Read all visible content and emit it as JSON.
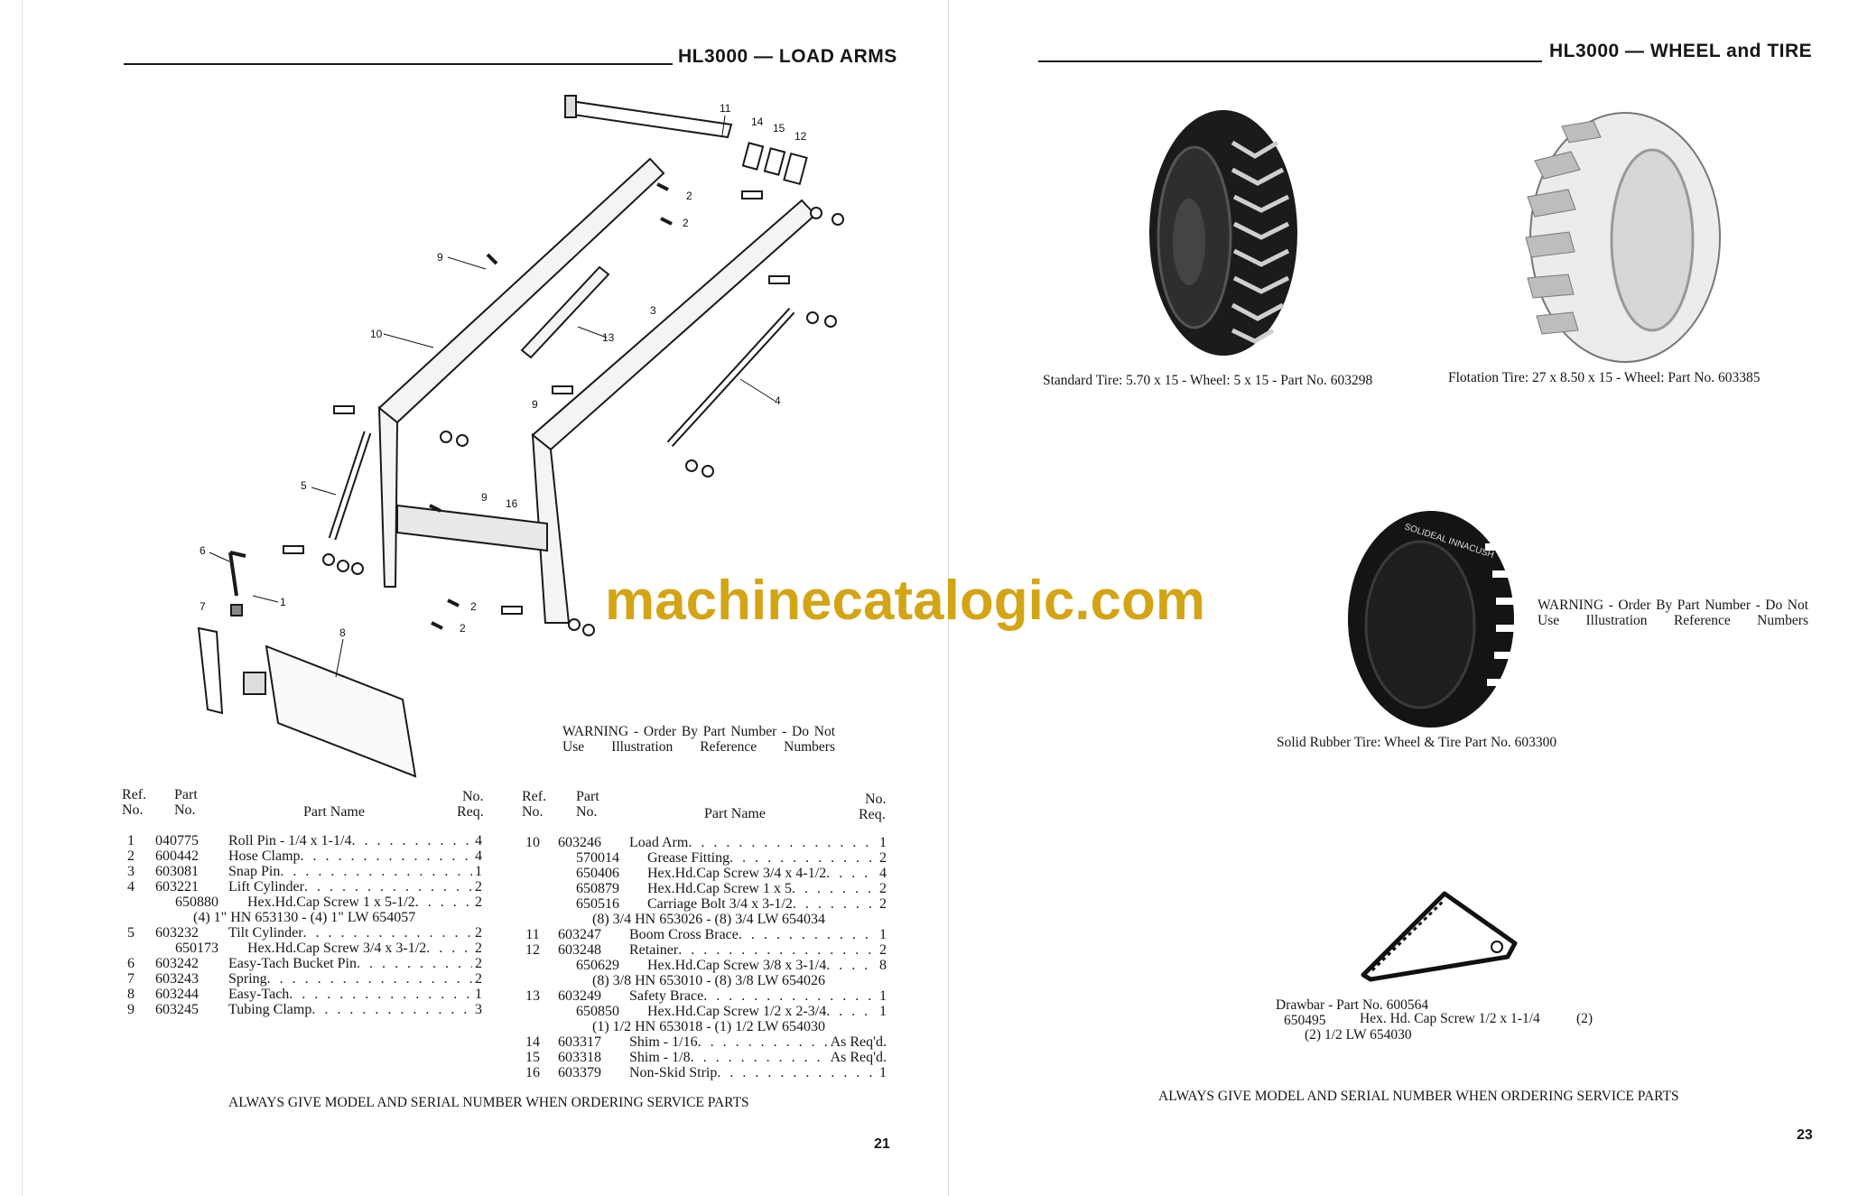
{
  "watermark": "machinecatalogic.com",
  "left_page": {
    "title": "HL3000 — LOAD ARMS",
    "diagram_callouts": [
      "11",
      "14",
      "15",
      "12",
      "2",
      "2",
      "9",
      "3",
      "10",
      "13",
      "4",
      "9",
      "5",
      "9",
      "16",
      "6",
      "1",
      "7",
      "2",
      "2",
      "8"
    ],
    "warning": "WARNING - Order By Part Number - Do Not Use Illustration Reference Numbers",
    "table_headers": {
      "ref1": "Ref.",
      "ref2": "No.",
      "part1": "Part",
      "part2": "No.",
      "name": "Part Name",
      "req1": "No.",
      "req2": "Req."
    },
    "table_left": [
      {
        "ref": "1",
        "part": "040775",
        "name": "Roll Pin - 1/4 x 1-1/4",
        "qty": "4"
      },
      {
        "ref": "2",
        "part": "600442",
        "name": "Hose Clamp",
        "qty": "4"
      },
      {
        "ref": "3",
        "part": "603081",
        "name": "Snap Pin",
        "qty": "1"
      },
      {
        "ref": "4",
        "part": "603221",
        "name": "Lift Cylinder",
        "qty": "2"
      },
      {
        "sub": true,
        "part": "650880",
        "name": "Hex.Hd.Cap Screw 1 x 5-1/2",
        "qty": "2"
      },
      {
        "note": "(4) 1\" HN 653130 - (4) 1\" LW 654057"
      },
      {
        "ref": "5",
        "part": "603232",
        "name": "Tilt Cylinder",
        "qty": "2"
      },
      {
        "sub": true,
        "part": "650173",
        "name": "Hex.Hd.Cap Screw 3/4 x 3-1/2",
        "qty": "2"
      },
      {
        "ref": "6",
        "part": "603242",
        "name": "Easy-Tach Bucket Pin",
        "qty": "2"
      },
      {
        "ref": "7",
        "part": "603243",
        "name": "Spring",
        "qty": "2"
      },
      {
        "ref": "8",
        "part": "603244",
        "name": "Easy-Tach",
        "qty": "1"
      },
      {
        "ref": "9",
        "part": "603245",
        "name": "Tubing Clamp",
        "qty": "3"
      }
    ],
    "table_right": [
      {
        "ref": "10",
        "part": "603246",
        "name": "Load Arm",
        "qty": "1"
      },
      {
        "sub": true,
        "part": "570014",
        "name": "Grease Fitting",
        "qty": "2"
      },
      {
        "sub": true,
        "part": "650406",
        "name": "Hex.Hd.Cap Screw 3/4 x 4-1/2",
        "qty": "4"
      },
      {
        "sub": true,
        "part": "650879",
        "name": "Hex.Hd.Cap Screw 1 x 5",
        "qty": "2"
      },
      {
        "sub": true,
        "part": "650516",
        "name": "Carriage Bolt 3/4 x 3-1/2",
        "qty": "2"
      },
      {
        "note": "(8) 3/4 HN 653026 - (8) 3/4 LW 654034"
      },
      {
        "ref": "11",
        "part": "603247",
        "name": "Boom Cross Brace",
        "qty": "1"
      },
      {
        "ref": "12",
        "part": "603248",
        "name": "Retainer",
        "qty": "2"
      },
      {
        "sub": true,
        "part": "650629",
        "name": "Hex.Hd.Cap Screw 3/8 x 3-1/4",
        "qty": "8"
      },
      {
        "note": "(8) 3/8 HN 653010 - (8) 3/8 LW 654026"
      },
      {
        "ref": "13",
        "part": "603249",
        "name": "Safety Brace",
        "qty": "1"
      },
      {
        "sub": true,
        "part": "650850",
        "name": "Hex.Hd.Cap Screw 1/2 x 2-3/4",
        "qty": "1"
      },
      {
        "note": "(1) 1/2 HN 653018 - (1) 1/2 LW 654030"
      },
      {
        "ref": "14",
        "part": "603317",
        "name": "Shim - 1/16",
        "qty": "As Req'd."
      },
      {
        "ref": "15",
        "part": "603318",
        "name": "Shim - 1/8",
        "qty": "As Req'd."
      },
      {
        "ref": "16",
        "part": "603379",
        "name": "Non-Skid Strip",
        "qty": "1"
      }
    ],
    "footer": "ALWAYS GIVE MODEL AND SERIAL NUMBER WHEN ORDERING SERVICE PARTS",
    "page_number": "21"
  },
  "right_page": {
    "title": "HL3000 — WHEEL and TIRE",
    "standard_tire_caption": "Standard Tire: 5.70 x 15 - Wheel:  5 x 15 - Part No. 603298",
    "flotation_tire_caption": "Flotation Tire:  27 x 8.50 x 15 - Wheel:  Part No. 603385",
    "solid_tire_caption": "Solid Rubber Tire:  Wheel & Tire Part No. 603300",
    "solid_tire_sidewall_text": "SOLIDEAL INNACUSH",
    "warning": "WARNING - Order By Part Number - Do Not Use Illustration Reference Numbers",
    "drawbar": {
      "title": "Drawbar - Part No. 600564",
      "part": "650495",
      "name": "Hex. Hd. Cap Screw 1/2 x 1-1/4",
      "qty": "(2)",
      "note": "(2) 1/2 LW 654030"
    },
    "footer": "ALWAYS GIVE MODEL AND SERIAL NUMBER WHEN ORDERING SERVICE PARTS",
    "page_number": "23"
  },
  "colors": {
    "watermark": "#d3a516",
    "ink": "#161616"
  }
}
